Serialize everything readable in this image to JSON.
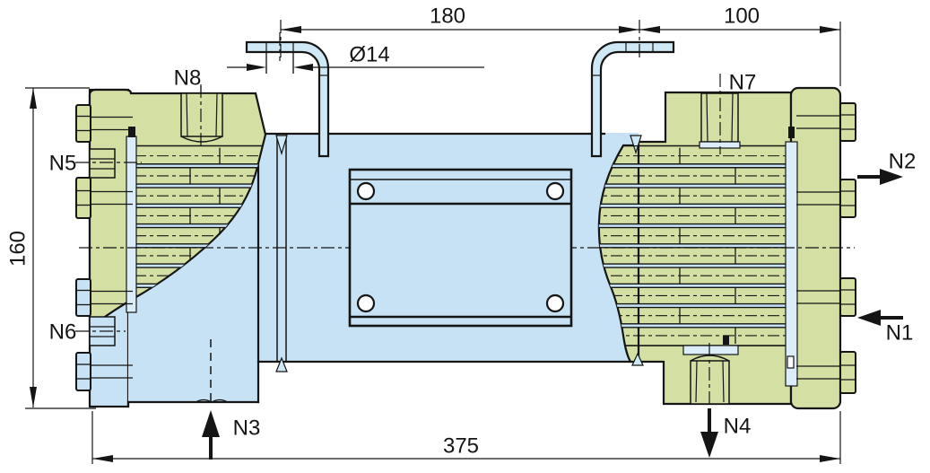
{
  "dims": {
    "top_180": "180",
    "top_100": "100",
    "hole_dia": "Ø14",
    "height_160": "160",
    "length_375": "375"
  },
  "nozzles": {
    "n1": "N1",
    "n2": "N2",
    "n3": "N3",
    "n4": "N4",
    "n5": "N5",
    "n6": "N6",
    "n7": "N7",
    "n8": "N8"
  },
  "colors": {
    "blue": "#c7e2f4",
    "lug_blue": "#cfe8f6",
    "sheet_blue": "#daedf9",
    "green": "#d4dfa4",
    "line": "#151515",
    "bg": "#ffffff"
  }
}
